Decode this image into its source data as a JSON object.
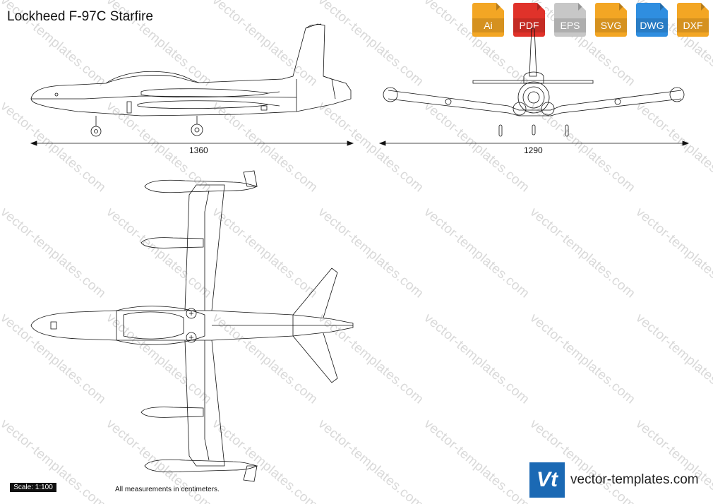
{
  "title": "Lockheed F-97C Starfire",
  "formats": [
    {
      "label": "Ai",
      "color": "#f3a624",
      "icon": "ai-file-icon"
    },
    {
      "label": "PDF",
      "color": "#e0322a",
      "icon": "pdf-file-icon"
    },
    {
      "label": "EPS",
      "color": "#c7c7c7",
      "icon": "eps-file-icon"
    },
    {
      "label": "SVG",
      "color": "#f3a624",
      "icon": "svg-file-icon"
    },
    {
      "label": "DWG",
      "color": "#2f8ee0",
      "icon": "dwg-file-icon"
    },
    {
      "label": "DXF",
      "color": "#f3a624",
      "icon": "dxf-file-icon"
    }
  ],
  "dimensions": {
    "length": "1360",
    "span": "1290"
  },
  "scale": "Scale: 1:100",
  "measurement_note": "All measurements in centimeters.",
  "brand": {
    "name": "vector-templates.com",
    "logo_text": "Vt",
    "color": "#1b69b4"
  },
  "watermark": "vector-templates.com"
}
